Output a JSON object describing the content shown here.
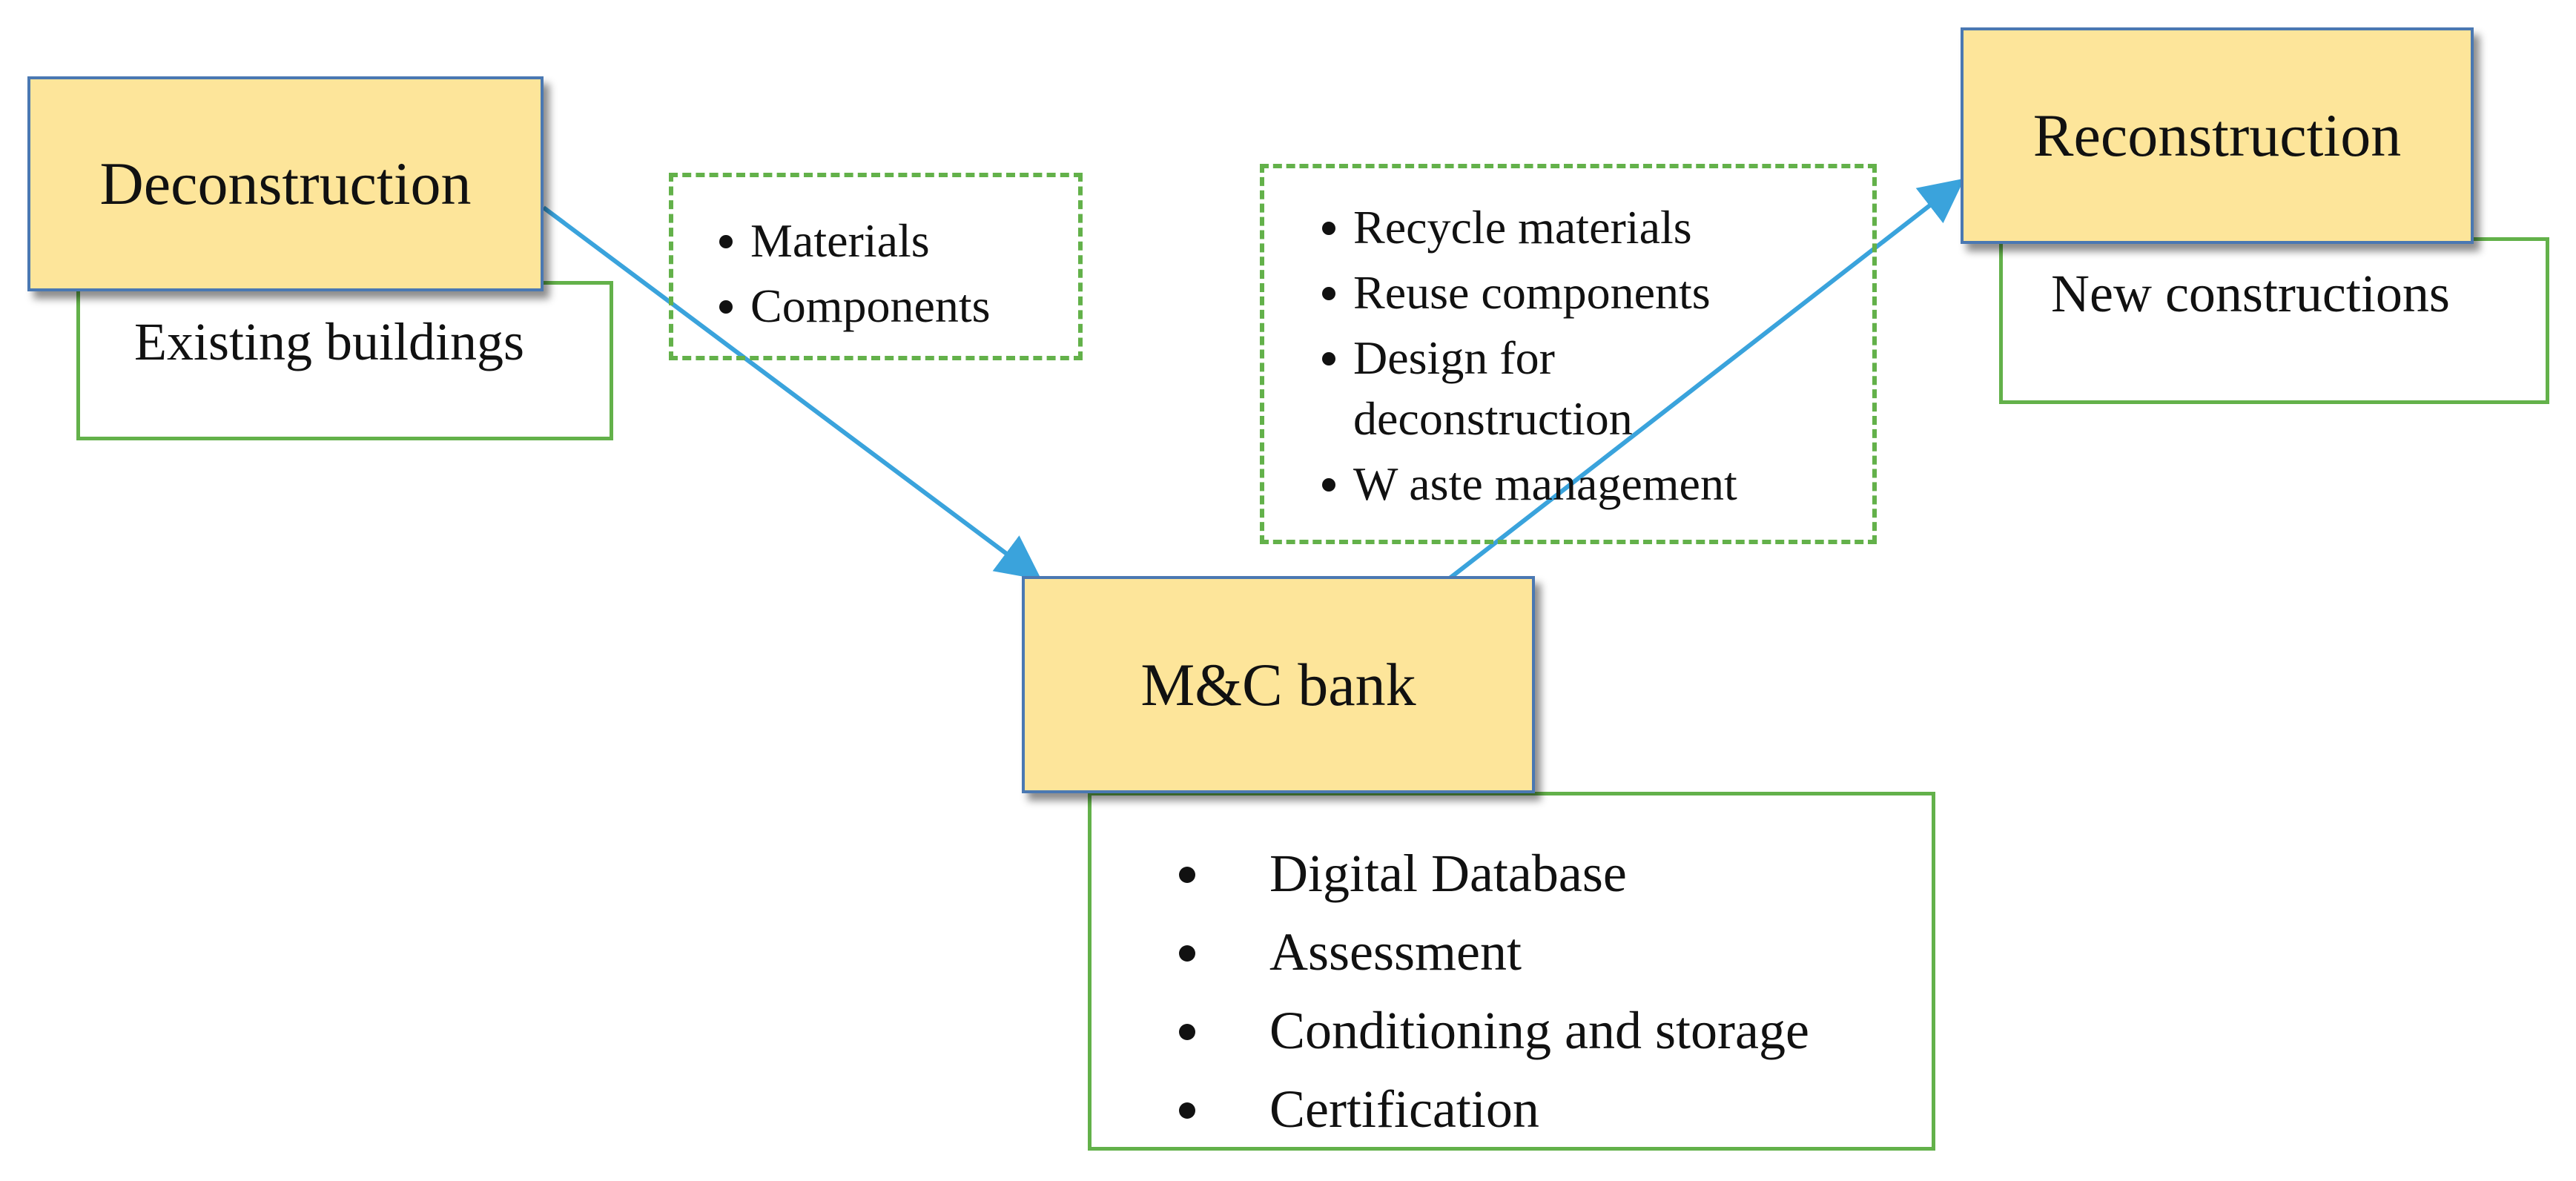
{
  "nodes": {
    "deconstruction": {
      "title": "Deconstruction",
      "subtitle": "Existing buildings"
    },
    "mc_bank": {
      "title": "M&C bank",
      "items": [
        "Digital Database",
        "Assessment",
        "Conditioning and storage",
        "Certification"
      ]
    },
    "reconstruction": {
      "title": "Reconstruction",
      "subtitle": "New constructions"
    }
  },
  "flows": {
    "to_bank": {
      "items": [
        "Materials",
        "Components"
      ]
    },
    "to_reconstruction": {
      "items": [
        "Recycle materials",
        "Reuse components",
        "Design for",
        "deconstruction",
        "W aste management"
      ]
    }
  },
  "colors": {
    "node_fill": "#fde59a",
    "node_border": "#4a78b2",
    "box_border": "#63b14a",
    "arrow": "#3aa3dc"
  }
}
